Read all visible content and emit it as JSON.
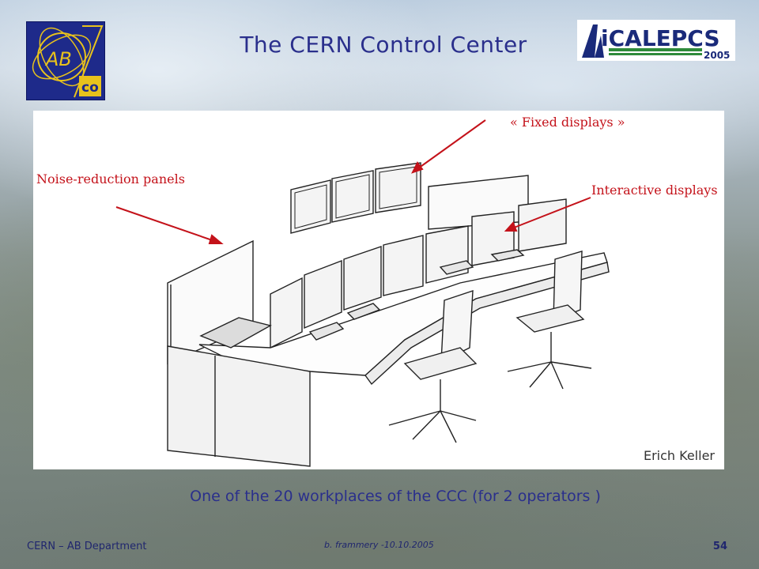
{
  "slide": {
    "title": "The CERN Control Center",
    "caption": "One of the 20 workplaces of the CCC  (for 2 operators )",
    "footer_left": "CERN – AB Department",
    "footer_center": "b. frammery -10.10.2005",
    "page_number": "54"
  },
  "logos": {
    "ab_co_text_1": "AB",
    "ab_co_text_2": "co",
    "icalepcs_text": "iCALEPCS",
    "icalepcs_year": "2005"
  },
  "figure": {
    "annotations": {
      "noise_panels": "Noise-reduction panels",
      "fixed_displays": "« Fixed displays »",
      "interactive_displays": "Interactive displays"
    },
    "credit": "Erich Keller"
  },
  "colors": {
    "title": "#2a2f8c",
    "annotation": "#c4121a",
    "ab_logo_bg": "#1e2a8a",
    "ab_logo_accent": "#e8c21c"
  }
}
